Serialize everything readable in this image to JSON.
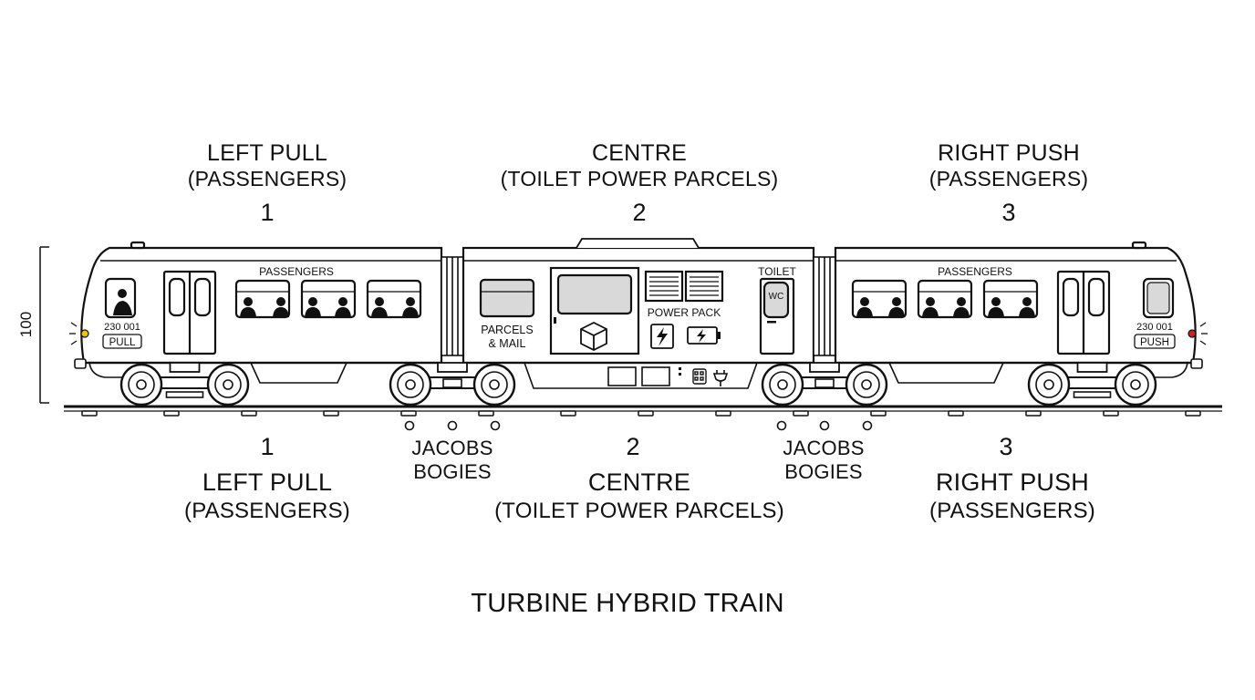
{
  "top_labels": [
    {
      "line1": "LEFT PULL",
      "line2": "(PASSENGERS)",
      "number": "1"
    },
    {
      "line1": "CENTRE",
      "line2": "(TOILET POWER PARCELS)",
      "number": "2"
    },
    {
      "line1": "RIGHT PUSH",
      "line2": "(PASSENGERS)",
      "number": "3"
    }
  ],
  "bottom_labels": [
    {
      "number": "1",
      "line1": "LEFT PULL",
      "line2": "(PASSENGERS)"
    },
    {
      "number": "2",
      "line1": "CENTRE",
      "line2": "(TOILET POWER PARCELS)"
    },
    {
      "number": "3",
      "line1": "RIGHT PUSH",
      "line2": "(PASSENGERS)"
    }
  ],
  "jacobs": [
    {
      "line1": "JACOBS",
      "line2": "BOGIES"
    },
    {
      "line1": "JACOBS",
      "line2": "BOGIES"
    }
  ],
  "dimension": "100",
  "car1": {
    "passengers": "PASSENGERS",
    "unit_number": "230 001",
    "end_badge": "PULL"
  },
  "car2": {
    "parcels_line1": "PARCELS",
    "parcels_line2": "& MAIL",
    "power_pack": "POWER PACK",
    "toilet": "TOILET",
    "wc": "WC"
  },
  "car3": {
    "passengers": "PASSENGERS",
    "unit_number": "230 001",
    "end_badge": "PUSH"
  },
  "title": "TURBINE HYBRID TRAIN",
  "colors": {
    "line": "#111111",
    "window_fill": "#d9d9d9",
    "headlight": "#f2c200",
    "taillight": "#cc2222"
  }
}
